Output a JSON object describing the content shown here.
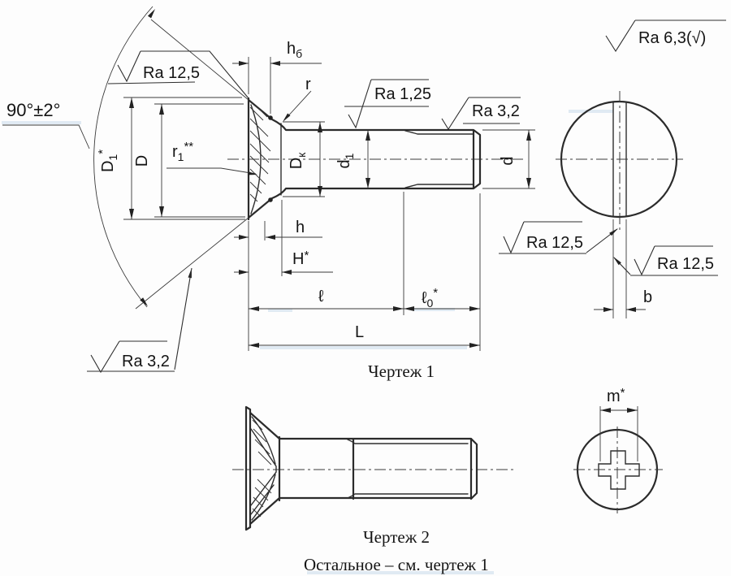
{
  "captions": {
    "drawing1": "Чертеж 1",
    "drawing2": "Чертеж 2",
    "note": "Остальное – см. чертеж 1"
  },
  "angle": {
    "label": "90°±2°"
  },
  "roughness": {
    "general": "Ra 6,3(√)",
    "head_face": "Ra 12,5",
    "shank": "Ra 1,25",
    "thread": "Ra 3,2",
    "cone": "Ra 3,2",
    "slot_side_left": "Ra 12,5",
    "slot_side_right": "Ra 12,5"
  },
  "dims": {
    "D1": {
      "base": "D",
      "sub": "1",
      "sup": "*"
    },
    "D": {
      "base": "D"
    },
    "r1": {
      "base": "r",
      "sub": "1",
      "sup": "**"
    },
    "r": {
      "base": "r"
    },
    "hb": {
      "base": "h",
      "sub": "б"
    },
    "Dk": {
      "base": "D",
      "sub": "к"
    },
    "d1": {
      "base": "d",
      "sub": "1"
    },
    "d": {
      "base": "d"
    },
    "h": {
      "base": "h"
    },
    "H": {
      "base": "H",
      "sup": "*"
    },
    "l": {
      "base": "ℓ"
    },
    "l0": {
      "base": "ℓ",
      "sub": "0",
      "sup": "*"
    },
    "L": {
      "base": "L"
    },
    "b": {
      "base": "b"
    },
    "m": {
      "base": "m",
      "sup": "*"
    }
  }
}
